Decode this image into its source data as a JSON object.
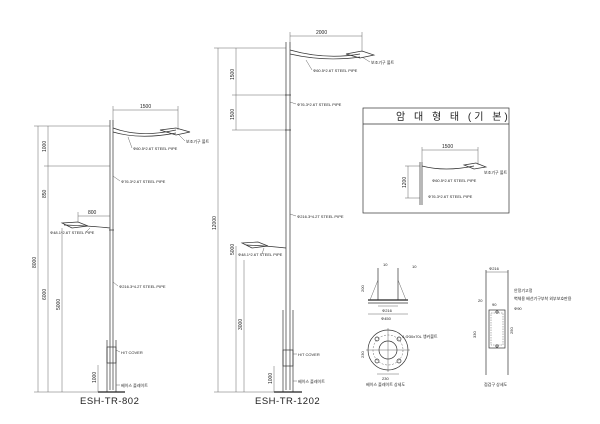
{
  "left_pole": {
    "model": "ESH-TR-802",
    "dim_arm_top": "1500",
    "dim_arm_low": "800",
    "dim_total": "8000",
    "dim_6000": "6000",
    "dim_5000": "5000",
    "dim_1000_top": "1000",
    "dim_850": "850",
    "dim_1000_bot": "1000",
    "label_lamp": "보조기구 볼트",
    "label_arm_pipe": "Φ60.5*2.6T STEEL PIPE",
    "label_pipe_mid": "Φ76.3*2.6T STEEL PIPE",
    "label_pipe_low": "Φ216.3*4.2T STEEL PIPE",
    "label_low_arm": "Φ48.1*2.6T STEEL PIPE",
    "label_cover": "H/T COVER",
    "label_base": "베이스 플레이트"
  },
  "right_pole": {
    "model": "ESH-TR-1202",
    "dim_arm_top": "2000",
    "dim_1500_a": "1500",
    "dim_1500_b": "1500",
    "dim_total": "12000",
    "dim_5000": "5000",
    "dim_3000": "3000",
    "dim_1000": "1000",
    "label_lamp": "보조기구 볼트",
    "label_arm_pipe": "Φ60.5*2.6T STEEL PIPE",
    "label_pipe_mid": "Φ76.3*2.6T STEEL PIPE",
    "label_pipe_low": "Φ216.3*4.2T STEEL PIPE",
    "label_low_arm": "Φ48.1*2.6T STEEL PIPE",
    "label_cover": "H/T COVER",
    "label_base": "베이스 플레이트"
  },
  "arm_detail": {
    "title": "암 대 형 태 (기 본)",
    "dim_width": "1500",
    "dim_height": "1200",
    "label_lamp": "보조기구 볼트",
    "label_arm_pipe": "Φ60.5*2.6T STEEL PIPE",
    "label_pipe": "Φ76.3*2.6T STEEL PIPE"
  },
  "base_detail": {
    "title": "베이스 플레이트 상세도",
    "dim_top": "10",
    "dim_side": "200",
    "dim_pipe": "Φ216",
    "dim_plate": "Φ450",
    "dim_bolt": "4-Φ30x70L 앵커볼트",
    "dim_pcd": "230",
    "dim_bottom": "230"
  },
  "door_detail": {
    "title": "점검구 상세도",
    "dim_dia": "Φ216",
    "dim_width": "90",
    "dim_offset": "20",
    "dim_h1": "330",
    "dim_h2": "250",
    "label_a": "안정기고정",
    "label_b": "벽체용 배선기구부착 외부보호판용",
    "label_c": "Φ90"
  }
}
